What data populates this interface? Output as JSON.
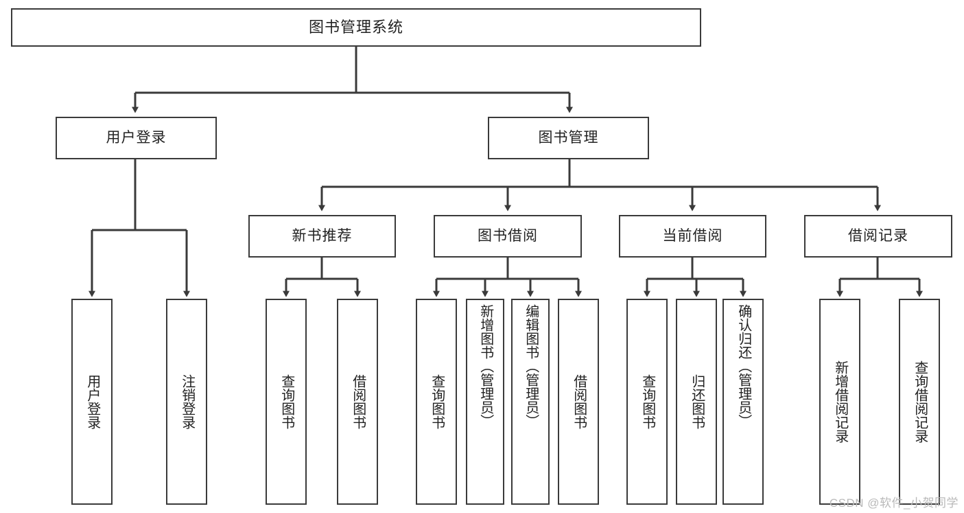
{
  "diagram": {
    "title": "图书管理系统",
    "type": "tree-hierarchy",
    "watermark": "CSDN @软件_小贺同学",
    "colors": {
      "border": "#3a3a3a",
      "fill": "#ffffff",
      "text": "#222222",
      "watermark": "#b9b9b9"
    },
    "root": {
      "label": "图书管理系统"
    },
    "level2": [
      {
        "label": "用户登录"
      },
      {
        "label": "图书管理"
      }
    ],
    "level3": [
      {
        "label": "新书推荐"
      },
      {
        "label": "图书借阅"
      },
      {
        "label": "当前借阅"
      },
      {
        "label": "借阅记录"
      }
    ],
    "leaves": {
      "user_login": [
        {
          "label": "用户登录"
        },
        {
          "label": "注销登录"
        }
      ],
      "new_book": [
        {
          "label": "查询图书"
        },
        {
          "label": "借阅图书"
        }
      ],
      "book_borrow": [
        {
          "label": "查询图书"
        },
        {
          "label": "新增图书（管理员）"
        },
        {
          "label": "编辑图书（管理员）"
        },
        {
          "label": "借阅图书"
        }
      ],
      "current_borrow": [
        {
          "label": "查询图书"
        },
        {
          "label": "归还图书"
        },
        {
          "label": "确认归还（管理员）"
        }
      ],
      "borrow_record": [
        {
          "label": "新增借阅记录"
        },
        {
          "label": "查询借阅记录"
        }
      ]
    }
  }
}
